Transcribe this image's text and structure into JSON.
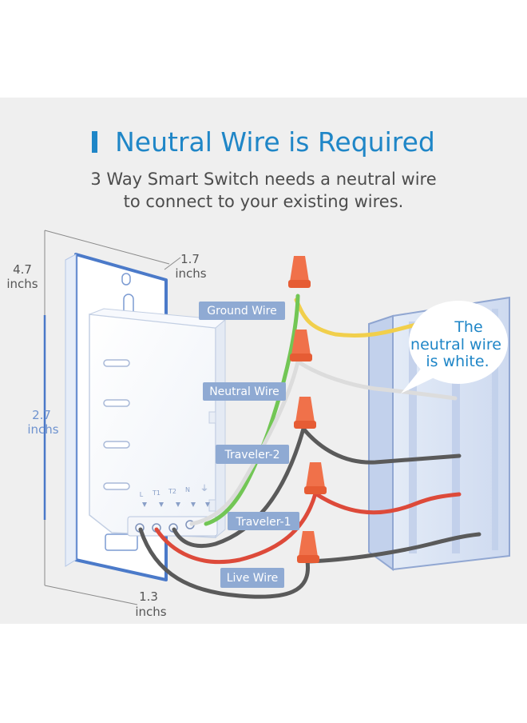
{
  "heading": {
    "title": "Neutral Wire is Required",
    "subtitle_line1": "3 Way Smart Switch needs a neutral wire",
    "subtitle_line2": "to connect to your existing wires."
  },
  "dimensions": {
    "height_value": "4.7",
    "height_unit": "inchs",
    "depth_value": "1.7",
    "depth_unit": "inchs",
    "body_value": "2.7",
    "body_unit": "inchs",
    "bottom_value": "1.3",
    "bottom_unit": "inchs"
  },
  "terminals": {
    "l": "L",
    "t1": "T1",
    "t2": "T2",
    "n": "N",
    "ground_symbol": "⏚"
  },
  "wire_labels": {
    "ground": "Ground Wire",
    "neutral": "Neutral Wire",
    "traveler2": "Traveler-2",
    "traveler1": "Traveler-1",
    "live": "Live Wire"
  },
  "callout": {
    "line1": "The",
    "line2": "neutral wire",
    "line3": "is white."
  },
  "colors": {
    "title_blue": "#1f86c7",
    "ground_wire": "#72c655",
    "neutral_wire": "#dcdcdc",
    "yellow_wire": "#f1cf4c",
    "traveler_wire": "#5a5a5a",
    "live_wire": "#dd4a3a",
    "wire_nut": "#f0714a",
    "label_tag": "#8faad3"
  }
}
